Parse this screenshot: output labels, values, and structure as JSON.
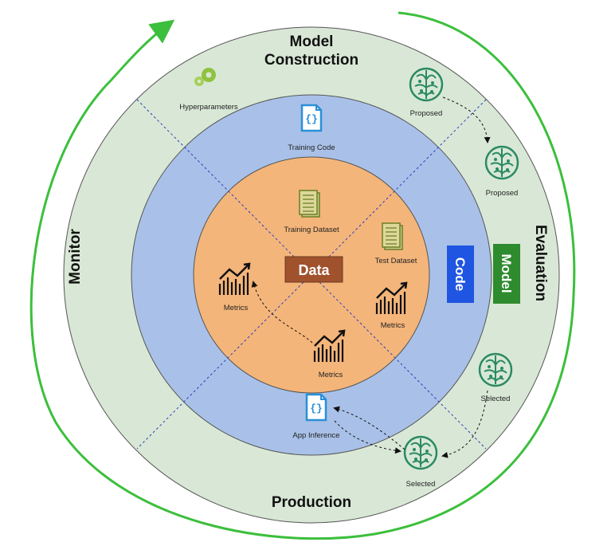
{
  "sections": {
    "top_line1": "Model",
    "top_line2": "Construction",
    "right": "Evaluation",
    "bottom": "Production",
    "left": "Monitor"
  },
  "center": {
    "label": "Data"
  },
  "rings": {
    "code": "Code",
    "model": "Model"
  },
  "nodes": {
    "hyperparameters": "Hyperparameters",
    "training_code": "Training Code",
    "training_dataset": "Training Dataset",
    "test_dataset": "Test Dataset",
    "metrics_left": "Metrics",
    "metrics_right": "Metrics",
    "metrics_bottom": "Metrics",
    "app_inference": "App Inference",
    "proposed_1": "Proposed",
    "proposed_2": "Proposed",
    "selected_1": "Selected",
    "selected_2": "Selected"
  },
  "colors": {
    "outer_ring": "#d9e8d6",
    "middle_ring": "#a9c1e8",
    "inner_circle": "#f4b57a",
    "data_box": "#a0522d",
    "code_box": "#1f55e0",
    "model_box": "#2e8b2e",
    "brain_icon": "#2b8a63",
    "cycle_arrow": "#3cbf3c"
  }
}
